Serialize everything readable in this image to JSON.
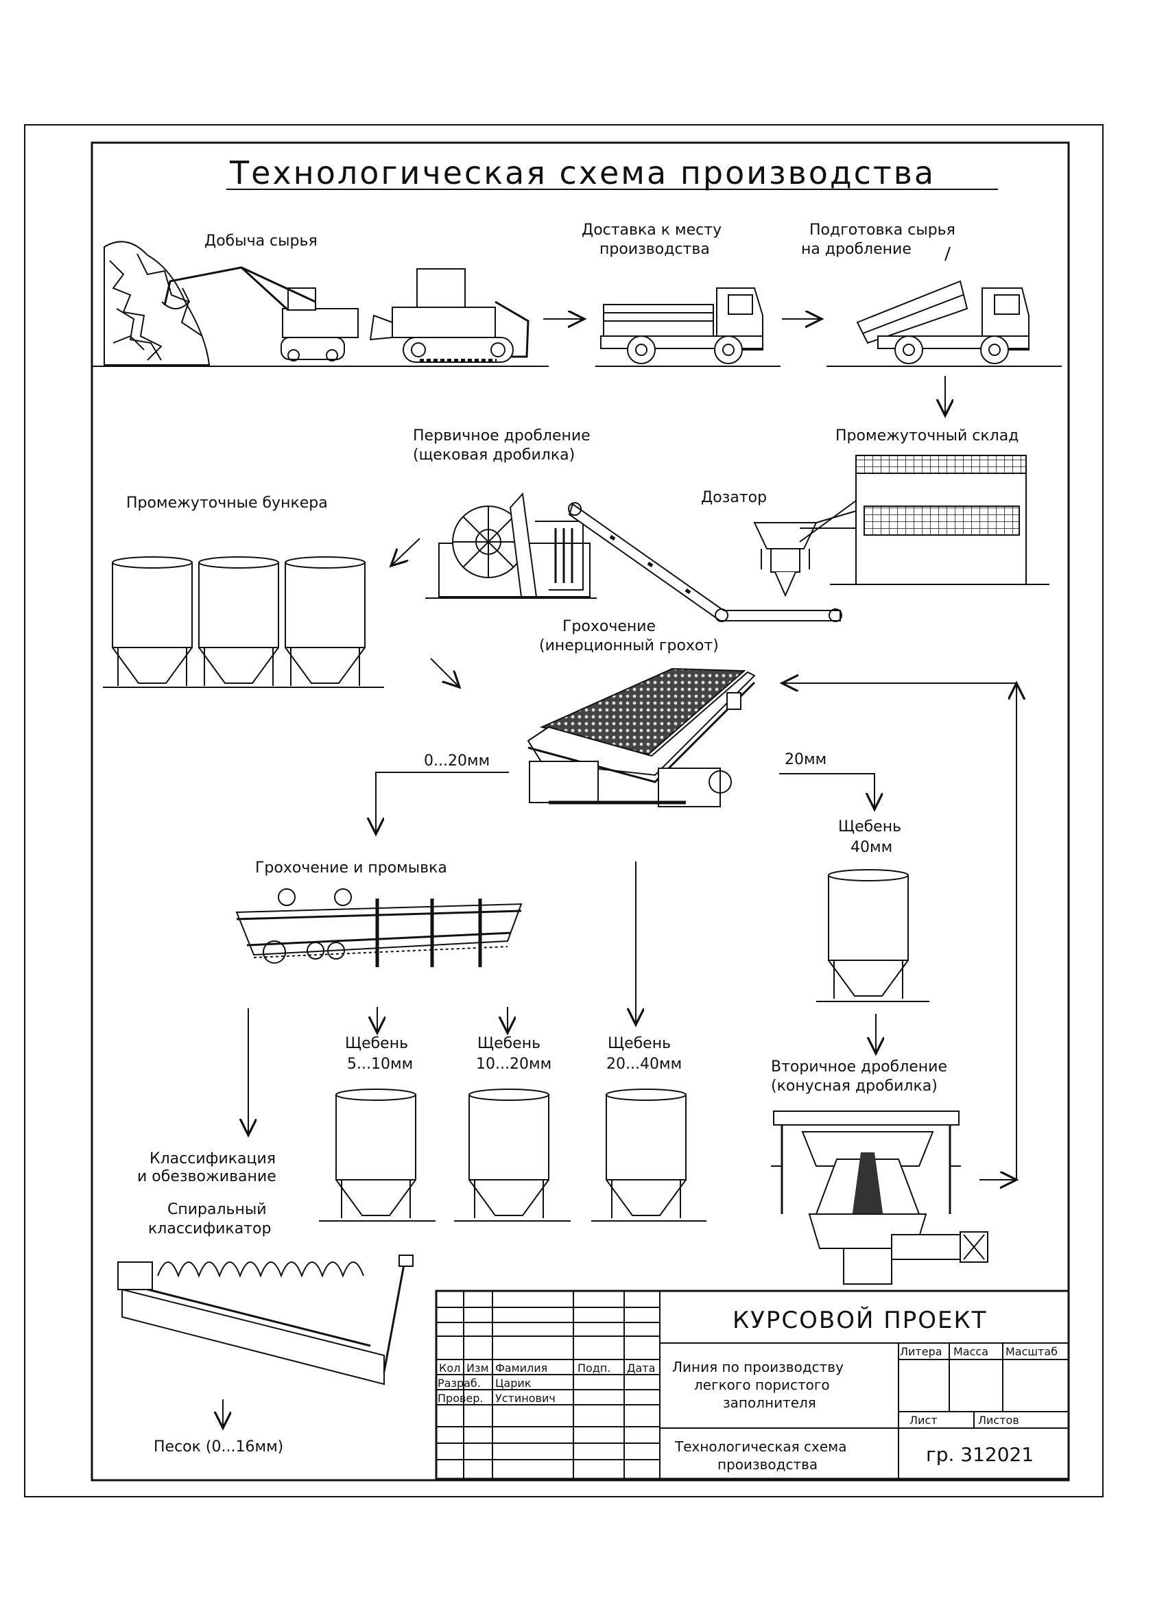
{
  "title": "Технологическая схема производства",
  "steps": {
    "extraction": "Добыча сырья",
    "delivery_1": "Доставка к месту",
    "delivery_2": "производства",
    "prep_1": "Подготовка сырья",
    "prep_2": "на дробление",
    "warehouse": "Промежуточный склад",
    "primary_1": "Первичное дробление",
    "primary_2": "(щековая дробилка)",
    "bunkers": "Промежуточные бункера",
    "doser": "Дозатор",
    "screening_1": "Грохочение",
    "screening_2": "(инерционный грохот)",
    "fraction_small": "0...20мм",
    "fraction_large": "20мм",
    "gravel40_1": "Щебень",
    "gravel40_2": "40мм",
    "wash": "Грохочение и промывка",
    "g510_1": "Щебень",
    "g510_2": "5...10мм",
    "g1020_1": "Щебень",
    "g1020_2": "10...20мм",
    "g2040_1": "Щебень",
    "g2040_2": "20...40мм",
    "secondary_1": "Вторичное дробление",
    "secondary_2": "(конусная дробилка)",
    "class_1": "Классификация",
    "class_2": "и обезвоживание",
    "spiral_1": "Спиральный",
    "spiral_2": "классификатор",
    "sand": "Песок (0...16мм)"
  },
  "stamp": {
    "project": "КУРСОВОЙ ПРОЕКТ",
    "col_kol": "Кол",
    "col_izm": "Изм",
    "col_family": "Фамилия",
    "col_sign": "Подп.",
    "col_date": "Дата",
    "row_dev": "Разраб.",
    "dev_name": "Царик",
    "row_check": "Провер.",
    "check_name": "Устинович",
    "name_1": "Линия по производству",
    "name_2": "легкого пористого",
    "name_3": "заполнителя",
    "litera": "Литера",
    "mass": "Масса",
    "scale": "Масштаб",
    "sheet": "Лист",
    "sheets": "Листов",
    "doc_1": "Технологическая схема",
    "doc_2": "производства",
    "group": "гр. 312021"
  }
}
